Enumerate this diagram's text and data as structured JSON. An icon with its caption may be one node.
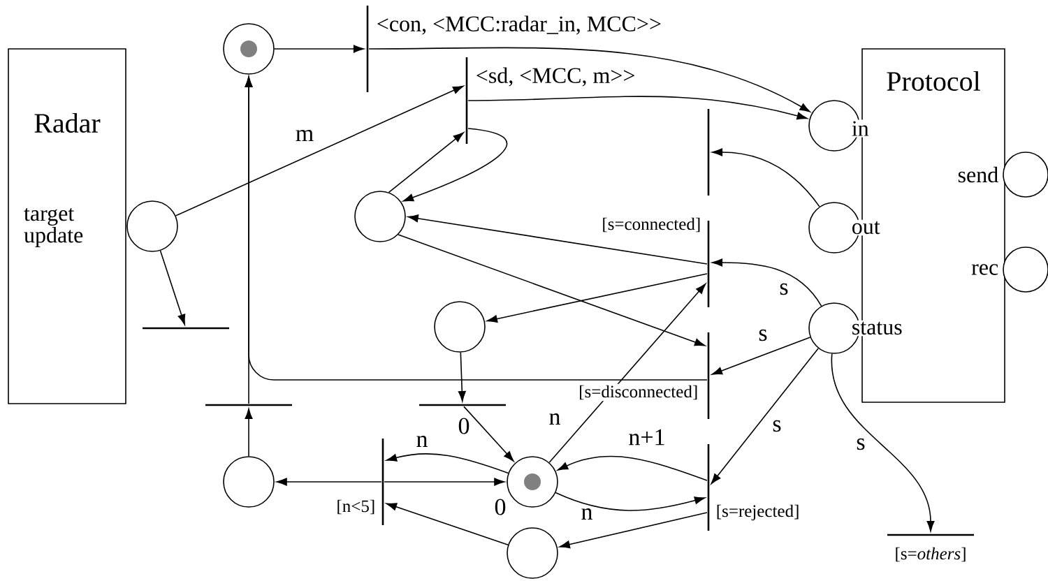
{
  "diagram": {
    "nodes": [
      {
        "text": [
          "Radar",
          "target update"
        ]
      },
      {
        "text": [
          "Protocol"
        ]
      },
      {
        "text": [],
        "shape": "circle"
      },
      {
        "text": [],
        "shape": "circle"
      },
      {
        "text": [],
        "shape": "circle"
      },
      {
        "text": [],
        "shape": "circle"
      },
      {
        "text": [],
        "shape": "circle"
      },
      {
        "text": [],
        "shape": "circle"
      },
      {
        "text": [],
        "shape": "circle"
      },
      {
        "text": [],
        "shape": "circle",
        "beside": [
          "in"
        ]
      },
      {
        "text": [],
        "shape": "circle",
        "beside": [
          "out"
        ]
      },
      {
        "text": [],
        "shape": "circle",
        "beside": [
          "status"
        ]
      },
      {
        "text": [],
        "shape": "circle",
        "beside": [
          "send"
        ]
      },
      {
        "text": [],
        "shape": "circle",
        "beside": [
          "rec"
        ]
      },
      {
        "text": [],
        "shape": "bar",
        "beside": [
          "<con, <MCC:radar_in, MCC>>"
        ]
      },
      {
        "text": [],
        "shape": "bar",
        "beside": [
          "<sd, <MCC, m>>"
        ]
      },
      {
        "text": [],
        "shape": "bar"
      },
      {
        "text": [],
        "shape": "bar"
      },
      {
        "text": [],
        "shape": "bar"
      },
      {
        "text": [],
        "shape": "bar"
      },
      {
        "text": [],
        "shape": "bar",
        "beside": [
          "[s=connected]"
        ]
      },
      {
        "text": [],
        "shape": "bar",
        "beside": [
          "[s=disconnected]"
        ]
      },
      {
        "text": [],
        "shape": "bar",
        "beside": [
          "[s=rejected]"
        ]
      },
      {
        "text": [],
        "shape": "bar",
        "beside": [
          "[s=*others*]"
        ]
      },
      {
        "text": [],
        "shape": "bar",
        "beside": [
          "[n<5]"
        ]
      }
    ],
    "edges": [
      {
        "from": 2,
        "to": 14,
        "arrow": "to"
      },
      {
        "from": 14,
        "to": 9,
        "arrow": "to"
      },
      {
        "from": 15,
        "to": 9,
        "arrow": "to"
      },
      {
        "from": 3,
        "to": 15,
        "arrow": "to",
        "label": "m"
      },
      {
        "from": 3,
        "to": 16,
        "arrow": "to"
      },
      {
        "from": 4,
        "to": 15,
        "arrow": "to"
      },
      {
        "from": 15,
        "to": 4,
        "arrow": "to"
      },
      {
        "from": 20,
        "to": 4,
        "arrow": "to"
      },
      {
        "from": 20,
        "to": 5,
        "arrow": "to"
      },
      {
        "from": 4,
        "to": 21,
        "arrow": "to"
      },
      {
        "from": 7,
        "to": 20,
        "arrow": "to",
        "label": "n"
      },
      {
        "from": 11,
        "to": 20,
        "arrow": "to",
        "label": "s"
      },
      {
        "from": 11,
        "to": 21,
        "arrow": "to",
        "label": "s"
      },
      {
        "from": 11,
        "to": 22,
        "arrow": "to",
        "label": "s"
      },
      {
        "from": 11,
        "to": 23,
        "arrow": "to",
        "label": "s"
      },
      {
        "from": 10,
        "to": 19,
        "arrow": "to"
      },
      {
        "from": 22,
        "to": 7,
        "arrow": "to",
        "label": "n+1"
      },
      {
        "from": 7,
        "to": 22,
        "arrow": "to",
        "label": "n"
      },
      {
        "from": 22,
        "to": 8,
        "arrow": "to"
      },
      {
        "from": 8,
        "to": 24,
        "arrow": "to"
      },
      {
        "from": 24,
        "to": 6,
        "arrow": "to"
      },
      {
        "from": 24,
        "to": 7,
        "arrow": "to",
        "label": "0"
      },
      {
        "from": 7,
        "to": 24,
        "arrow": "to",
        "label": "n"
      },
      {
        "from": 18,
        "to": 7,
        "arrow": "to",
        "label": "0"
      },
      {
        "from": 5,
        "to": 18,
        "arrow": "to"
      },
      {
        "from": 6,
        "to": 17,
        "arrow": "to"
      },
      {
        "from": 17,
        "to": 2,
        "arrow": "to"
      },
      {
        "from": 21,
        "to": 2,
        "arrow": "to"
      }
    ]
  }
}
